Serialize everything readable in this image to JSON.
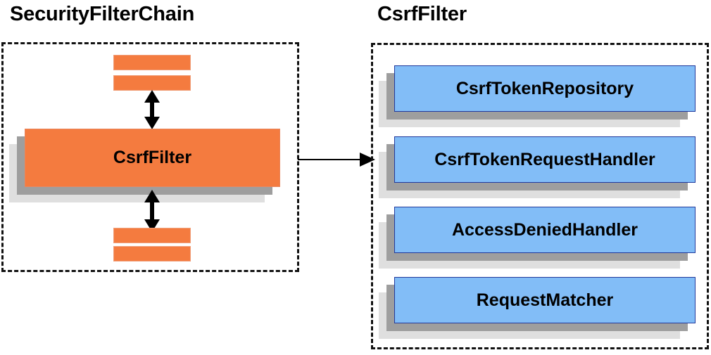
{
  "diagram": {
    "type": "component-diagram",
    "background": "#ffffff",
    "colors": {
      "filter_orange": "#f47b3f",
      "collaborator_blue": "#82bdf7",
      "blue_border": "#21399b",
      "orange_border": "#e8865e",
      "shadow_near": "#9e9e9e",
      "shadow_far": "#dfdfdf",
      "dashed_border": "#111111",
      "arrow": "#000000",
      "text": "#000000"
    }
  },
  "panels": [
    {
      "id": "security-filter-chain",
      "title": "SecurityFilterChain",
      "slabs_above": 2,
      "slabs_below": 2,
      "highlighted_node": "CsrfFilter",
      "arrows": [
        {
          "from": "slabs-above",
          "to": "CsrfFilter",
          "style": "double-headed-vertical"
        },
        {
          "from": "CsrfFilter",
          "to": "slabs-below",
          "style": "double-headed-vertical"
        }
      ]
    },
    {
      "id": "csrf-filter",
      "title": "CsrfFilter",
      "nodes": [
        {
          "label": "CsrfTokenRepository"
        },
        {
          "label": "CsrfTokenRequestHandler"
        },
        {
          "label": "AccessDeniedHandler"
        },
        {
          "label": "RequestMatcher"
        }
      ]
    }
  ],
  "connector": {
    "label": "",
    "from_panel": "security-filter-chain",
    "to_panel": "csrf-filter",
    "style": "single-headed-horizontal"
  }
}
